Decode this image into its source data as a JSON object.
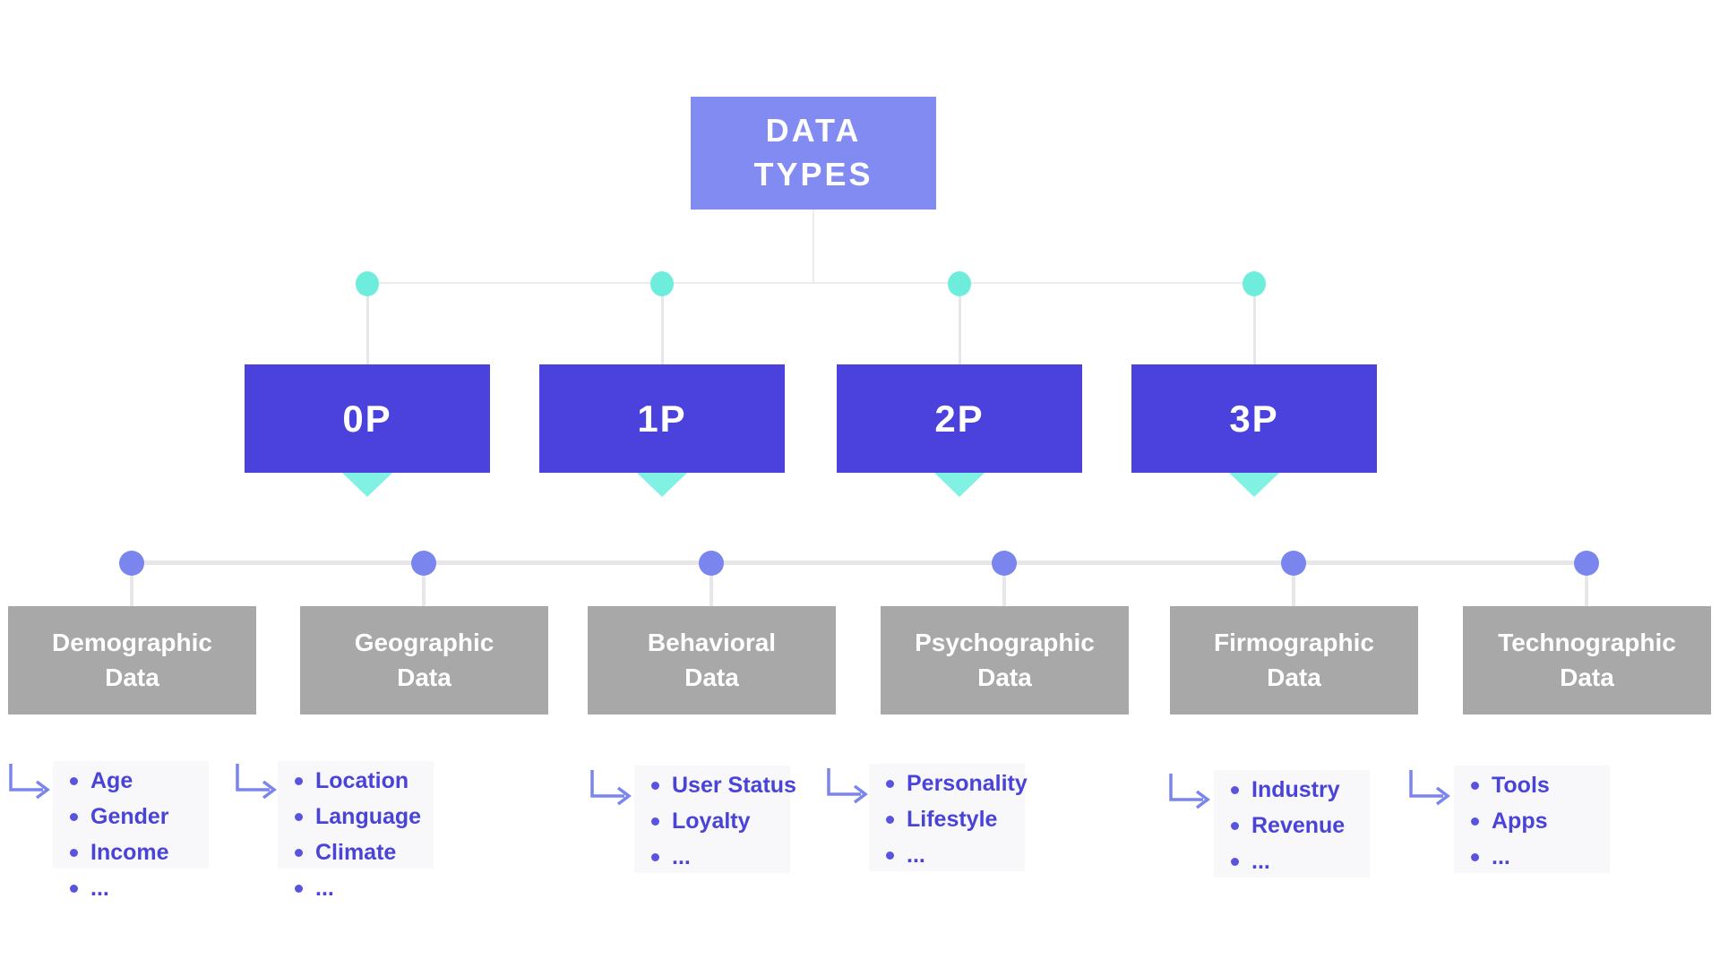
{
  "diagram": {
    "root": {
      "label": "DATA\nTYPES"
    },
    "parties": [
      {
        "label": "0P"
      },
      {
        "label": "1P"
      },
      {
        "label": "2P"
      },
      {
        "label": "3P"
      }
    ],
    "categories": [
      {
        "label": "Demographic\nData",
        "items": [
          "Age",
          "Gender",
          "Income",
          "..."
        ]
      },
      {
        "label": "Geographic\nData",
        "items": [
          "Location",
          "Language",
          "Climate",
          "..."
        ]
      },
      {
        "label": "Behavioral\nData",
        "items": [
          "User Status",
          "Loyalty",
          "..."
        ]
      },
      {
        "label": "Psychographic\nData",
        "items": [
          "Personality",
          "Lifestyle",
          "..."
        ]
      },
      {
        "label": "Firmographic\nData",
        "items": [
          "Industry",
          "Revenue",
          "..."
        ]
      },
      {
        "label": "Technographic\nData",
        "items": [
          "Tools",
          "Apps",
          "..."
        ]
      }
    ],
    "colors": {
      "root_box": "#828BF1",
      "party_box": "#4B42DE",
      "teal_dot": "#6FEDDC",
      "teal_triangle": "#80F1E3",
      "peri_dot": "#7B85EE",
      "arrow": "#7B85EE",
      "category_box": "#A8A8A8",
      "list_text": "#4A43D8",
      "list_bullet": "#5953E2",
      "list_bg": "#F8F8FA"
    }
  }
}
